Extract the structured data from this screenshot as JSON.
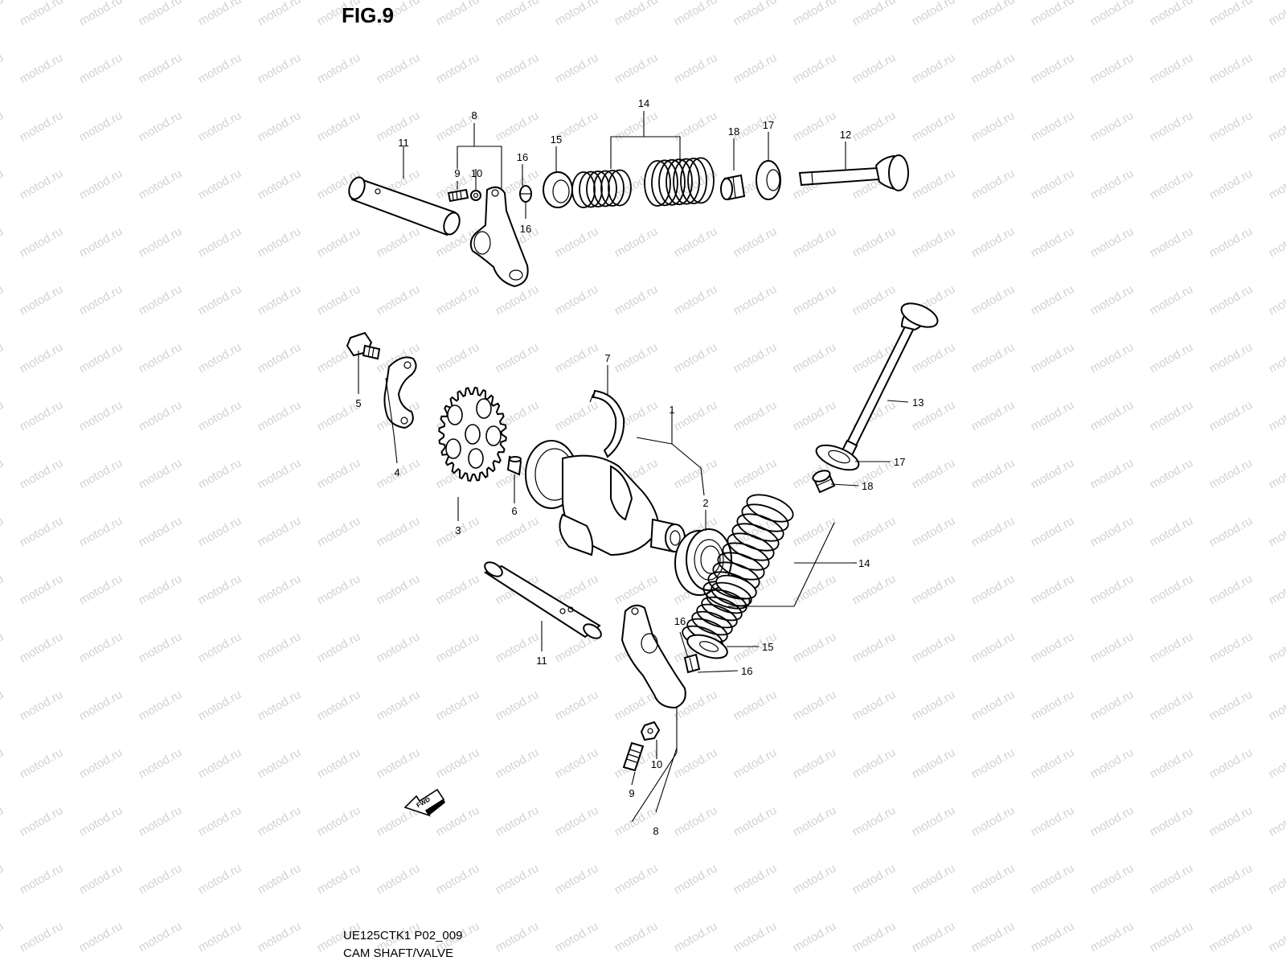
{
  "figure": {
    "title": "FIG.9",
    "code": "UE125CTK1 P02_009",
    "subtitle": "CAM SHAFT/VALVE",
    "watermark": "motod.ru",
    "fwd_badge": "FWD"
  },
  "callouts": {
    "c1": "1",
    "c2": "2",
    "c3": "3",
    "c4": "4",
    "c5": "5",
    "c6": "6",
    "c7": "7",
    "c8_top": "8",
    "c9_top": "9",
    "c10_top": "10",
    "c11_top": "11",
    "c12": "12",
    "c14_top": "14",
    "c15_top": "15",
    "c16_top_a": "16",
    "c16_top_b": "16",
    "c17_top": "17",
    "c18_top": "18",
    "c13": "13",
    "c17_bot": "17",
    "c18_bot": "18",
    "c14_bot": "14",
    "c15_bot": "15",
    "c16_bot_a": "16",
    "c16_bot_b": "16",
    "c11_bot": "11",
    "c10_bot": "10",
    "c9_bot": "9",
    "c8_bot": "8"
  },
  "colors": {
    "ink": "#000000",
    "watermark": "#d2d2d2",
    "background": "#ffffff"
  }
}
